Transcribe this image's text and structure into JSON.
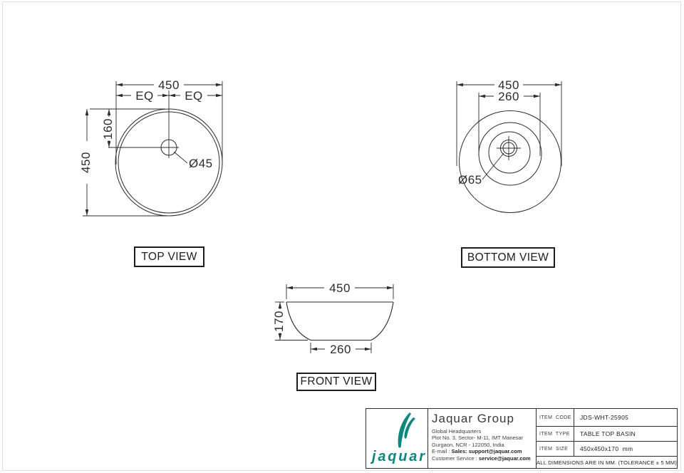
{
  "colors": {
    "line": "#2b2b2b",
    "brand_teal": "#0d867b",
    "page_border": "#dedede"
  },
  "top_view": {
    "label": "TOP VIEW",
    "dim_width": "450",
    "dim_eq_left": "EQ",
    "dim_eq_right": "EQ",
    "dim_center_offset": "160",
    "dim_height": "450",
    "dim_hole": "Ø45"
  },
  "bottom_view": {
    "label": "BOTTOM VIEW",
    "dim_width": "450",
    "dim_base": "260",
    "dim_drain": "Ø65"
  },
  "front_view": {
    "label": "FRONT VIEW",
    "dim_width": "450",
    "dim_height": "170",
    "dim_base": "260"
  },
  "title_block": {
    "logo_word": "jaquar",
    "company": "Jaquar Group",
    "address_line1": "Global Headquarters",
    "address_line2": "Plot No. 3, Sector- M-11, IMT Manesar",
    "address_line3": "Gurgaon, NCR - 122050, India",
    "email_label": "E-mail : ",
    "email_value": "Sales: support@jaquar.com",
    "service_label": "Customer Service : ",
    "service_value": "service@jaquar.com",
    "rows": [
      {
        "label": "ITEM  CODE",
        "value": "JDS-WHT-25905"
      },
      {
        "label": "ITEM  TYPE",
        "value": "TABLE TOP BASIN"
      },
      {
        "label": "ITEM  SIZE",
        "value": "450x450x170  mm"
      }
    ],
    "note": "ALL DIMENSIONS ARE IN MM. (TOLERANCE ± 5 MM)"
  }
}
